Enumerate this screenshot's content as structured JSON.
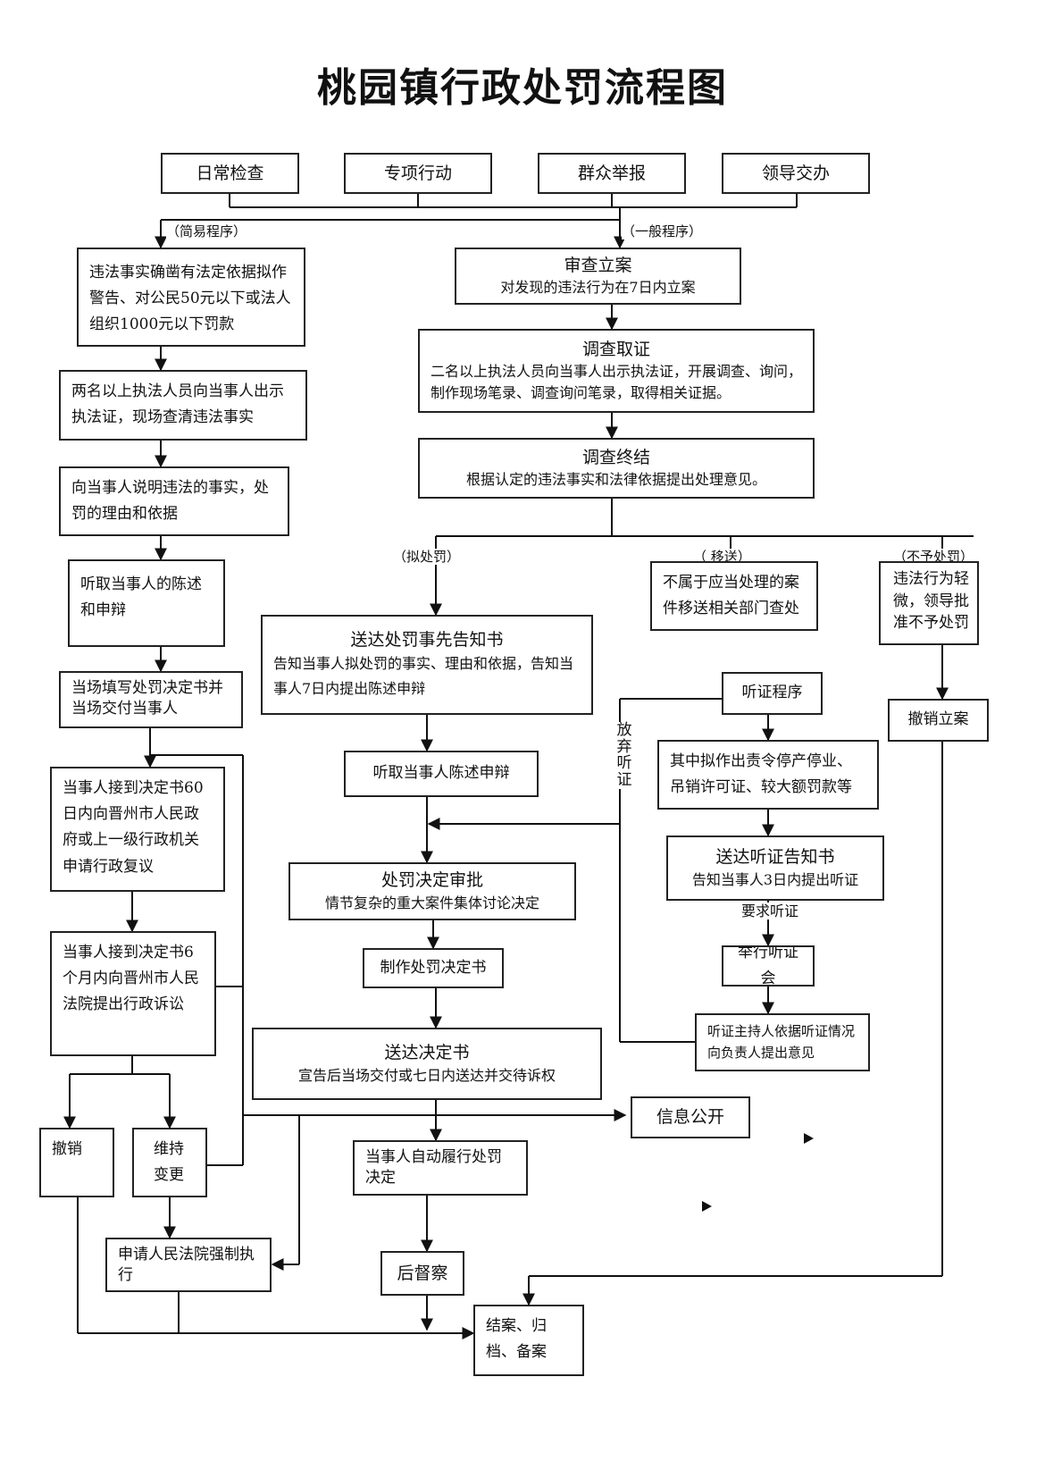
{
  "title": "桃园镇行政处罚流程图",
  "sources": [
    "日常检查",
    "专项行动",
    "群众举报",
    "领导交办"
  ],
  "branch_labels": {
    "simple": "（简易程序）",
    "general": "（一般程序）",
    "propose": "（拟处罚）",
    "transfer": "（ 移送）",
    "no_penalty": "（不予处罚）",
    "give_up": "放弃听证"
  },
  "simple": {
    "s1": "违法事实确凿有法定依据拟作警告、对公民50元以下或法人组织1000元以下罚款",
    "s2": "两名以上执法人员向当事人出示执法证，现场查清违法事实",
    "s3": "向当事人说明违法的事实，处罚的理由和依据",
    "s4": "听取当事人的陈述和申辩",
    "s5": "当场填写处罚决定书并当场交付当事人",
    "s6": "当事人接到决定书60日内向晋州市人民政府或上一级行政机关申请行政复议",
    "s7": "当事人接到决定书6个月内向晋州市人民法院提出行政诉讼",
    "revoke": "撤销",
    "maintain": "维持变更",
    "enforce": "申请人民法院强制执行"
  },
  "general": {
    "register_title": "审查立案",
    "register_body": "对发现的违法行为在7日内立案",
    "investigate_title": "调查取证",
    "investigate_body": "二名以上执法人员向当事人出示执法证，开展调查、询问，制作现场笔录、调查询问笔录，取得相关证据。",
    "conclude_title": "调查终结",
    "conclude_body": "根据认定的违法事实和法律依据提出处理意见。",
    "notice_title": "送达处罚事先告知书",
    "notice_body": "告知当事人拟处罚的事实、理由和依据，告知当事人7日内提出陈述申辩",
    "listen": "听取当事人陈述申辩",
    "approve_title": "处罚决定审批",
    "approve_body": "情节复杂的重大案件集体讨论决定",
    "make": "制作处罚决定书",
    "deliver_title": "送达决定书",
    "deliver_body": "宣告后当场交付或七日内送达并交待诉权",
    "publish": "信息公开",
    "self_perform": "当事人自动履行处罚决定",
    "supervise": "后督察",
    "close": "结案、归档、备案"
  },
  "transfer_box": "不属于应当处理的案件移送相关部门查处",
  "no_penalty_box": "违法行为轻微，领导批准不予处罚",
  "revoke_case": "撤销立案",
  "hearing": {
    "proc": "听证程序",
    "cases": "其中拟作出责令停产停业、吊销许可证、较大额罚款等",
    "notice_title": "送达听证告知书",
    "notice_body": "告知当事人3日内提出听证",
    "request": "要求听证",
    "hold": "举行听证会",
    "opinion": "听证主持人依据听证情况向负责人提出意见"
  }
}
